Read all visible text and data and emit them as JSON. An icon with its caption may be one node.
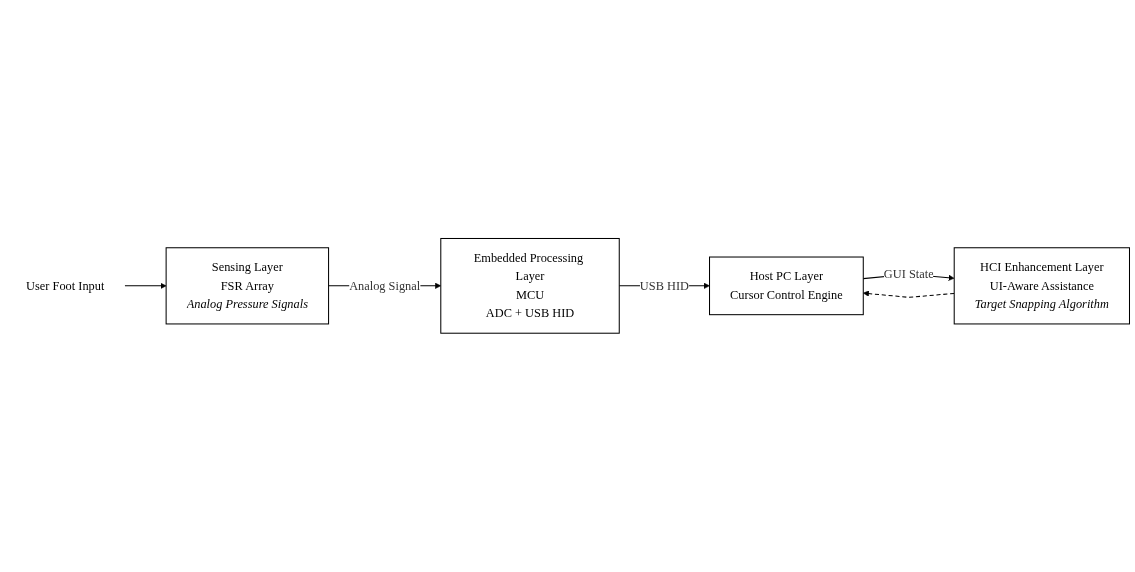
{
  "diagram": {
    "nodes": [
      {
        "text": [
          "User Foot Input"
        ]
      },
      {
        "text": [
          "Sensing Layer",
          "FSR Array",
          "Analog Pressure Signals"
        ]
      },
      {
        "text": [
          "Embedded Processing Layer",
          "MCU",
          "ADC + USB HID"
        ]
      },
      {
        "text": [
          "Host PC Layer",
          "Cursor Control Engine"
        ]
      },
      {
        "text": [
          "HCI Enhancement Layer",
          "UI-Aware Assistance",
          "Target Snapping Algorithm"
        ]
      }
    ],
    "edges": [
      {
        "from": 0,
        "to": 1,
        "arrow": "to"
      },
      {
        "from": 1,
        "to": 2,
        "arrow": "to",
        "label": "Analog Signal"
      },
      {
        "from": 2,
        "to": 3,
        "arrow": "to",
        "label": "USB HID"
      },
      {
        "from": 3,
        "to": 4,
        "arrow": "to",
        "label": "GUI State"
      },
      {
        "from": 4,
        "to": 3,
        "arrow": "to",
        "style": "dashed"
      }
    ]
  }
}
